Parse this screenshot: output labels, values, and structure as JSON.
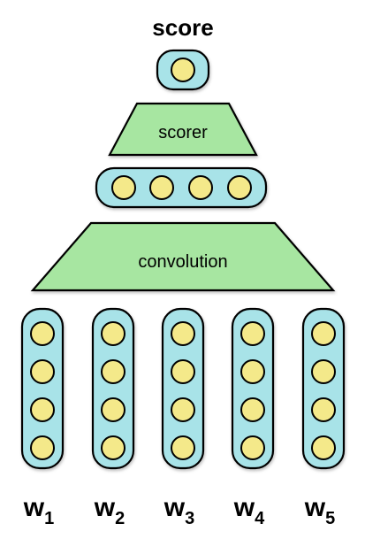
{
  "title": "score",
  "scorer_label": "scorer",
  "convolution_label": "convolution",
  "words": [
    {
      "base": "w",
      "sub": "1"
    },
    {
      "base": "w",
      "sub": "2"
    },
    {
      "base": "w",
      "sub": "3"
    },
    {
      "base": "w",
      "sub": "4"
    },
    {
      "base": "w",
      "sub": "5"
    }
  ],
  "colors": {
    "vector_fill": "#a8e3e8",
    "neuron_fill": "#f4e98a",
    "layer_fill": "#a7e6a1",
    "stroke": "#000000"
  }
}
